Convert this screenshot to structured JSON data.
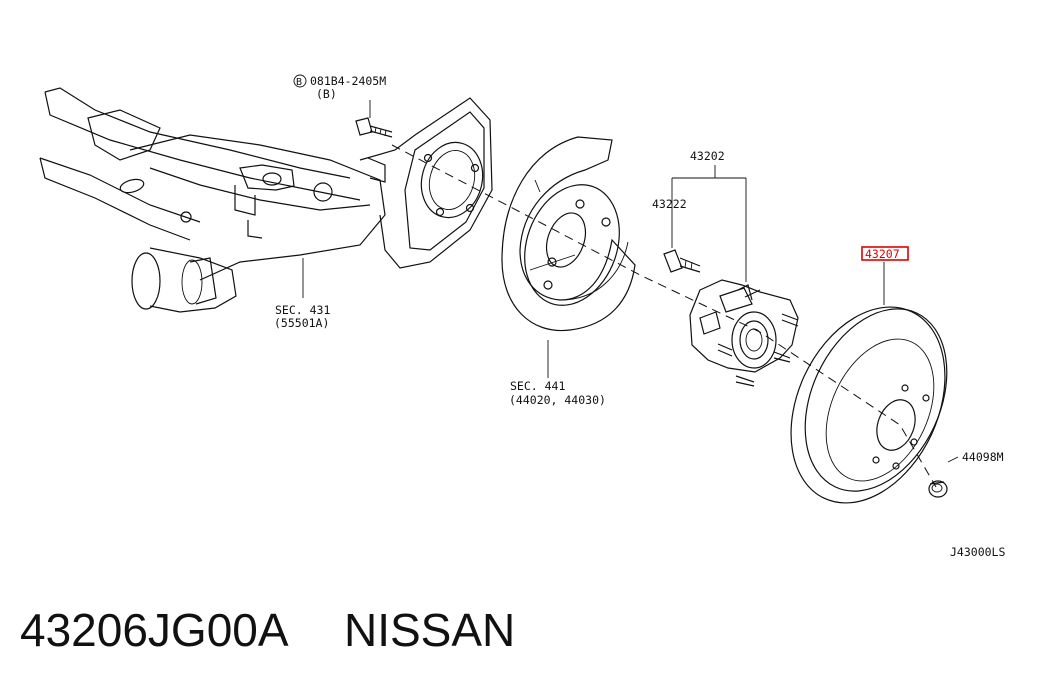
{
  "labels": {
    "bolt_code": "081B4-2405M",
    "bolt_qty": "(B)",
    "bolt_b_symbol": "B",
    "sec431": "SEC. 431",
    "sec431_parts": "(55501A)",
    "sec441": "SEC. 441",
    "sec441_parts": "(44020, 44030)",
    "hub_assy": "43202",
    "hub_bolt": "43222",
    "rotor": "43207",
    "cap": "44098M",
    "drawing_code": "J43000LS"
  },
  "caption": {
    "part_number": "43206JG00A",
    "brand": "NISSAN"
  },
  "colors": {
    "line": "#111111",
    "highlight": "#e00000",
    "background": "#ffffff"
  }
}
